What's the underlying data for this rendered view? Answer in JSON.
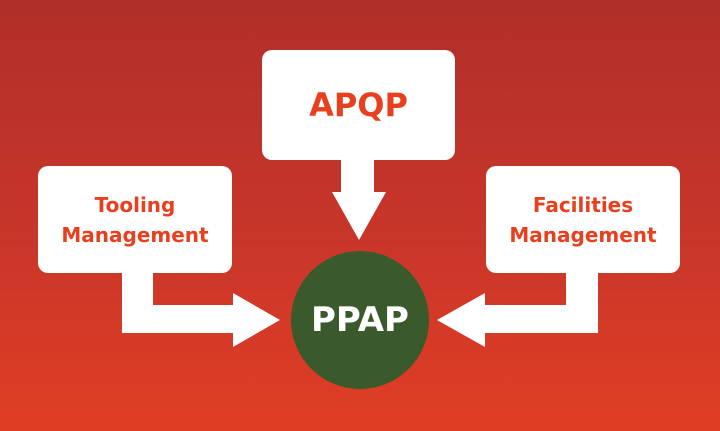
{
  "nodes": {
    "apqp": "APQP",
    "tooling": [
      "Tooling",
      "Management"
    ],
    "facilities": [
      "Facilities",
      "Management"
    ],
    "ppap": "PPAP"
  },
  "colors": {
    "background_top": "#b02f29",
    "background_bottom": "#e03e24",
    "box_text": "#e8401f",
    "center_fill": "#3b5a2b"
  }
}
